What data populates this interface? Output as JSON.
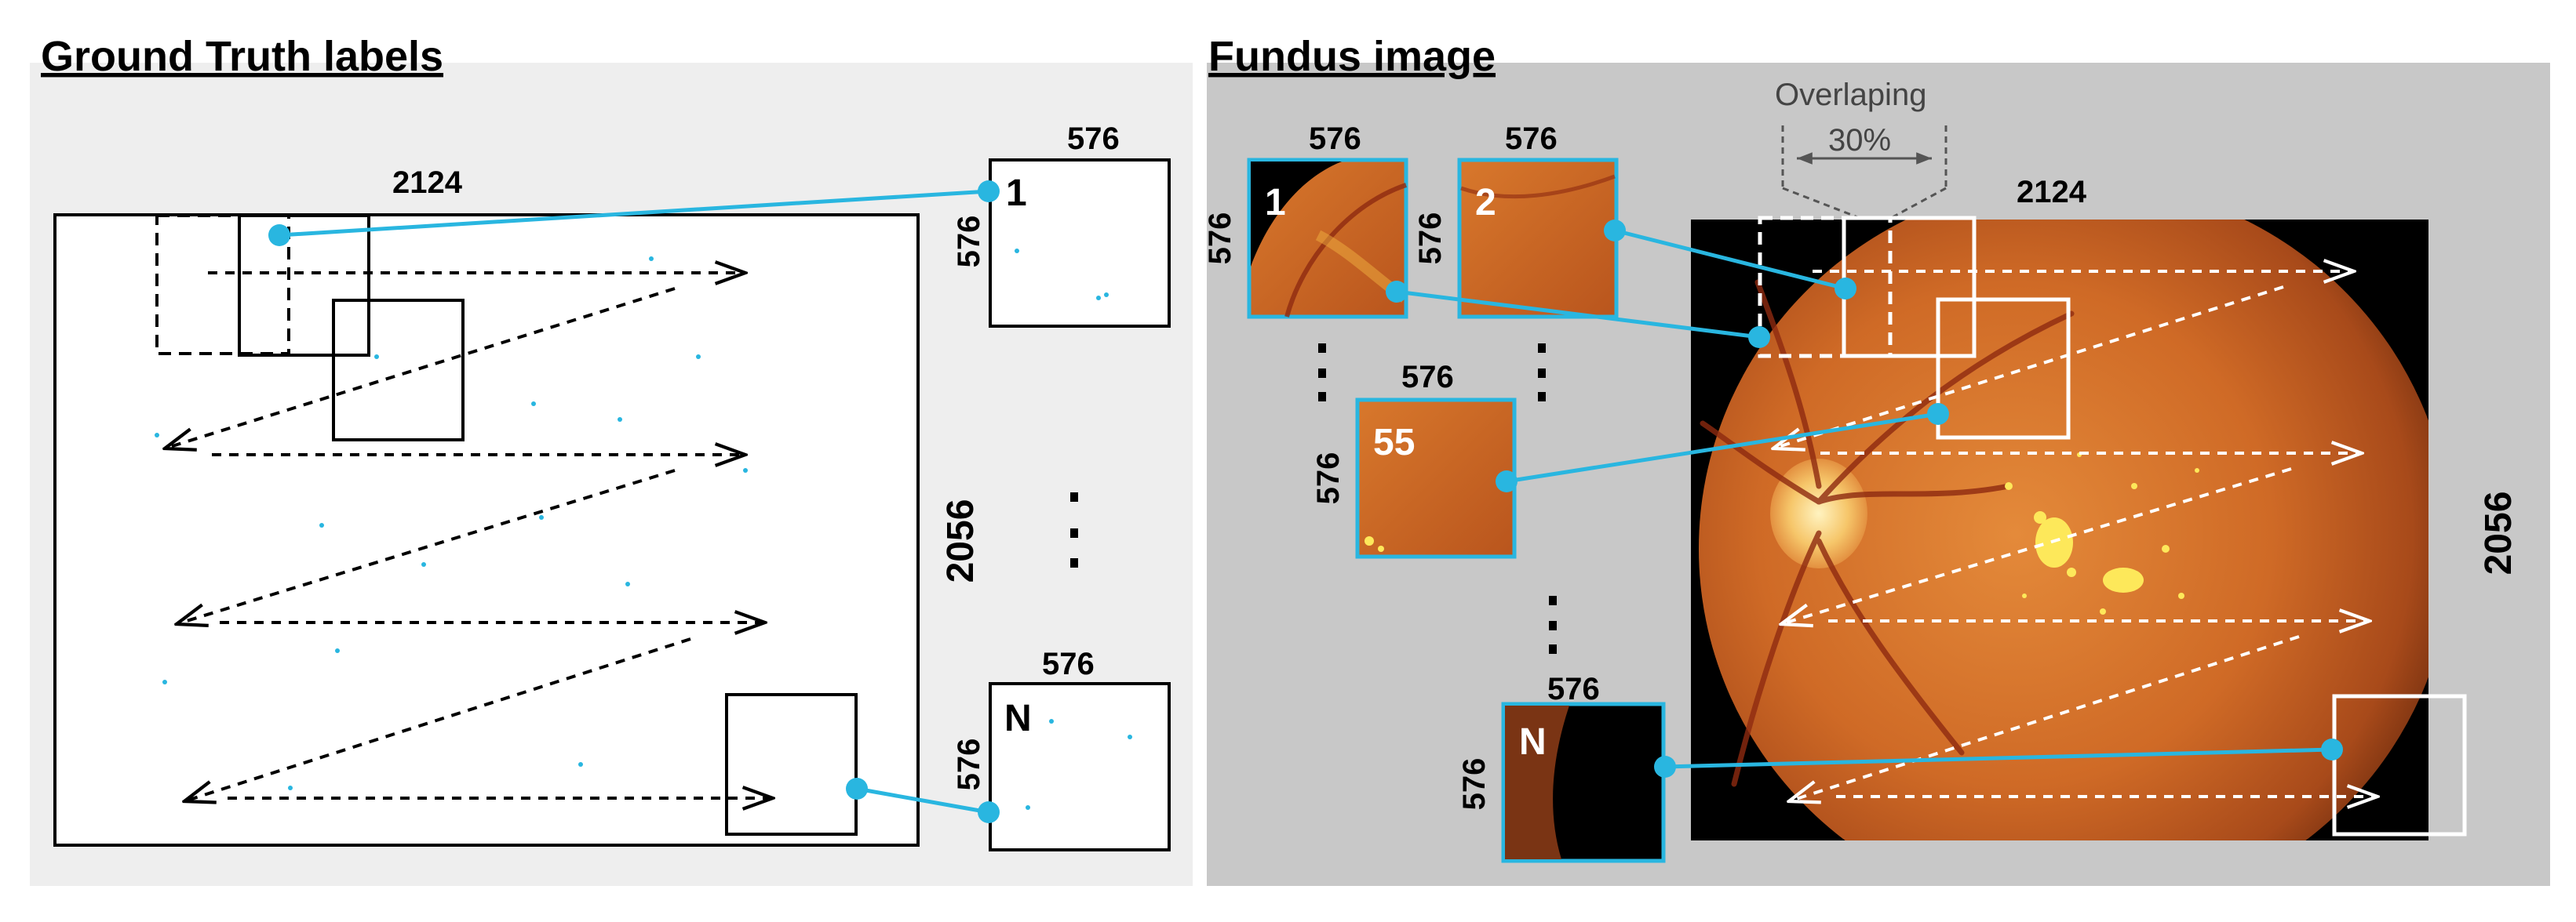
{
  "left_panel": {
    "heading": "Ground Truth labels",
    "width_label": "2124",
    "height_label": "2056",
    "patch_1": {
      "label": "1",
      "width_label": "576",
      "height_label": "576"
    },
    "patch_n": {
      "label": "N",
      "width_label": "576",
      "height_label": "576"
    }
  },
  "right_panel": {
    "heading": "Fundus image",
    "width_label": "2124",
    "height_label": "2056",
    "overlap_label": "Overlaping",
    "overlap_value": "30%",
    "patch_1": {
      "label": "1",
      "width_label": "576",
      "height_label": "576"
    },
    "patch_2": {
      "label": "2",
      "width_label": "576",
      "height_label": "576"
    },
    "patch_55": {
      "label": "55",
      "width_label": "576",
      "height_label": "576"
    },
    "patch_n": {
      "label": "N",
      "width_label": "576",
      "height_label": "576"
    }
  },
  "colors": {
    "connector": "#29b6e0",
    "left_background": "#eeeeee",
    "right_background": "#c8c8c8",
    "fundus_orange": "#d26a28",
    "tile_border": "#29b6e0"
  }
}
